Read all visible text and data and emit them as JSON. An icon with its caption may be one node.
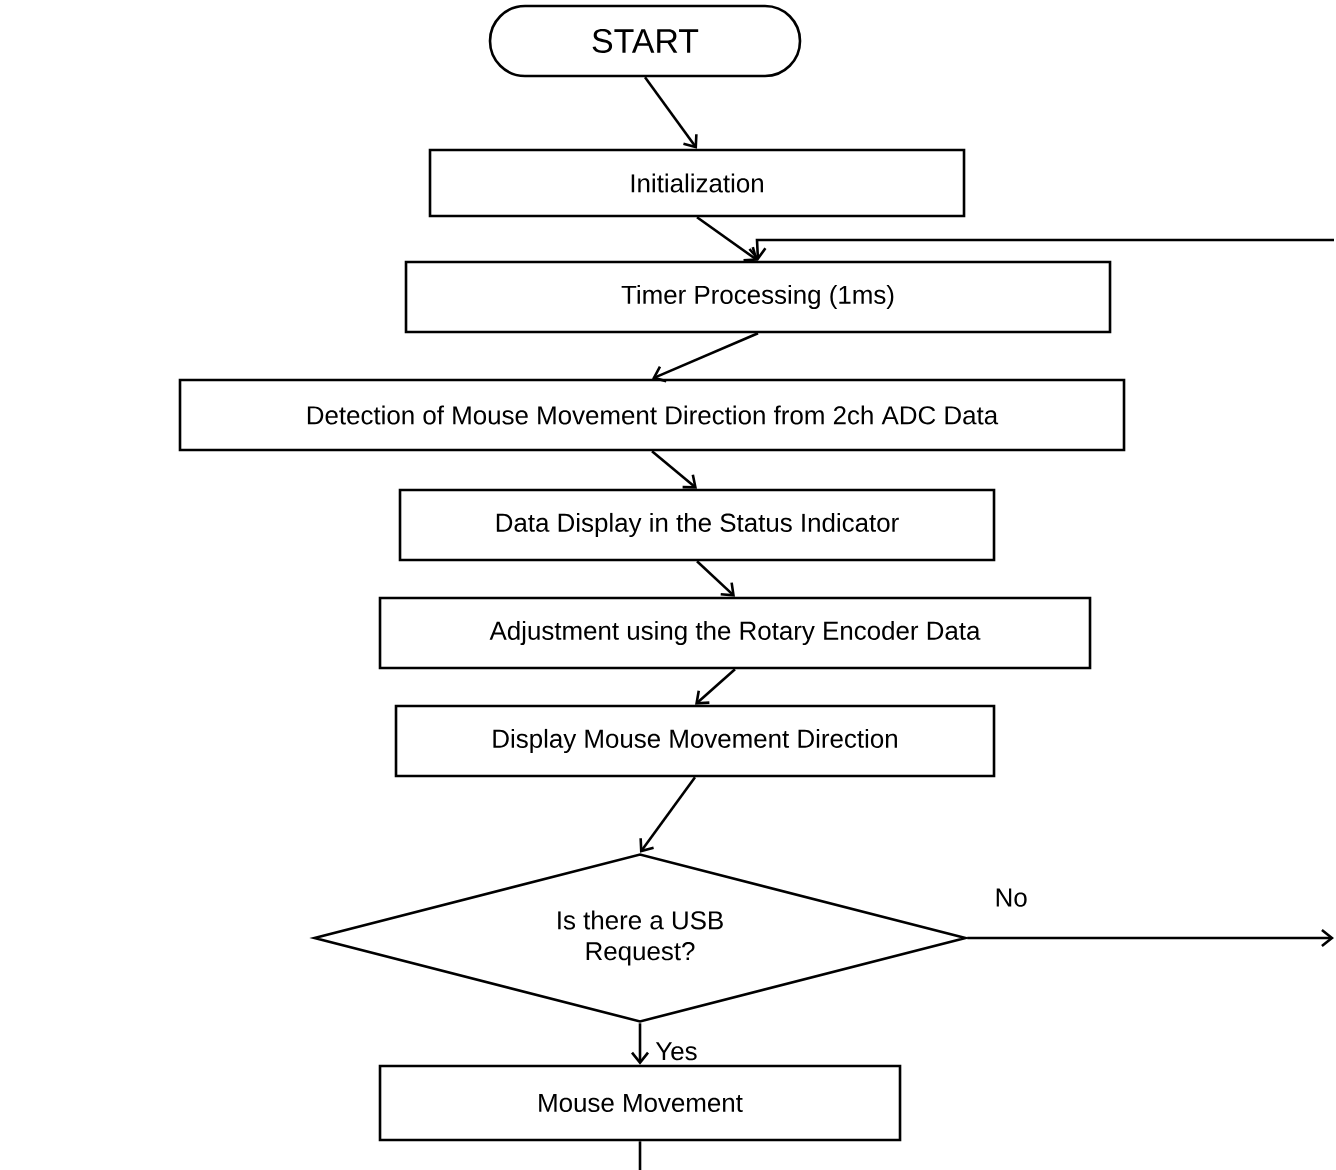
{
  "diagram": {
    "nodes": [
      {
        "text": [
          "START"
        ]
      },
      {
        "text": [
          "Initialization"
        ]
      },
      {
        "text": [
          "Timer Processing (1ms)"
        ]
      },
      {
        "text": [
          "Detection of Mouse Movement Direction from 2ch ADC Data"
        ]
      },
      {
        "text": [
          "Data Display in the Status Indicator"
        ]
      },
      {
        "text": [
          "Adjustment using the Rotary Encoder Data"
        ]
      },
      {
        "text": [
          "Display Mouse Movement Direction"
        ]
      },
      {
        "text": [
          "Is there a USB Request?"
        ]
      },
      {
        "text": [
          "Mouse Movement"
        ]
      }
    ],
    "edges": [
      {
        "from": 0,
        "to": 1,
        "arrow": "to"
      },
      {
        "from": 1,
        "to": 2,
        "arrow": "to"
      },
      {
        "from": 2,
        "to": 3,
        "arrow": "to"
      },
      {
        "from": 3,
        "to": 4,
        "arrow": "to"
      },
      {
        "from": 4,
        "to": 5,
        "arrow": "to"
      },
      {
        "from": 5,
        "to": 6,
        "arrow": "to"
      },
      {
        "from": 6,
        "to": 7,
        "arrow": "to"
      },
      {
        "from": 7,
        "to": 8,
        "label": "Yes",
        "arrow": "to"
      },
      {
        "from": 7,
        "to": null,
        "label": "No",
        "arrow": "to"
      },
      {
        "from": null,
        "to": 2,
        "arrow": "to"
      },
      {
        "from": 8,
        "to": null,
        "arrow": "none"
      }
    ]
  }
}
